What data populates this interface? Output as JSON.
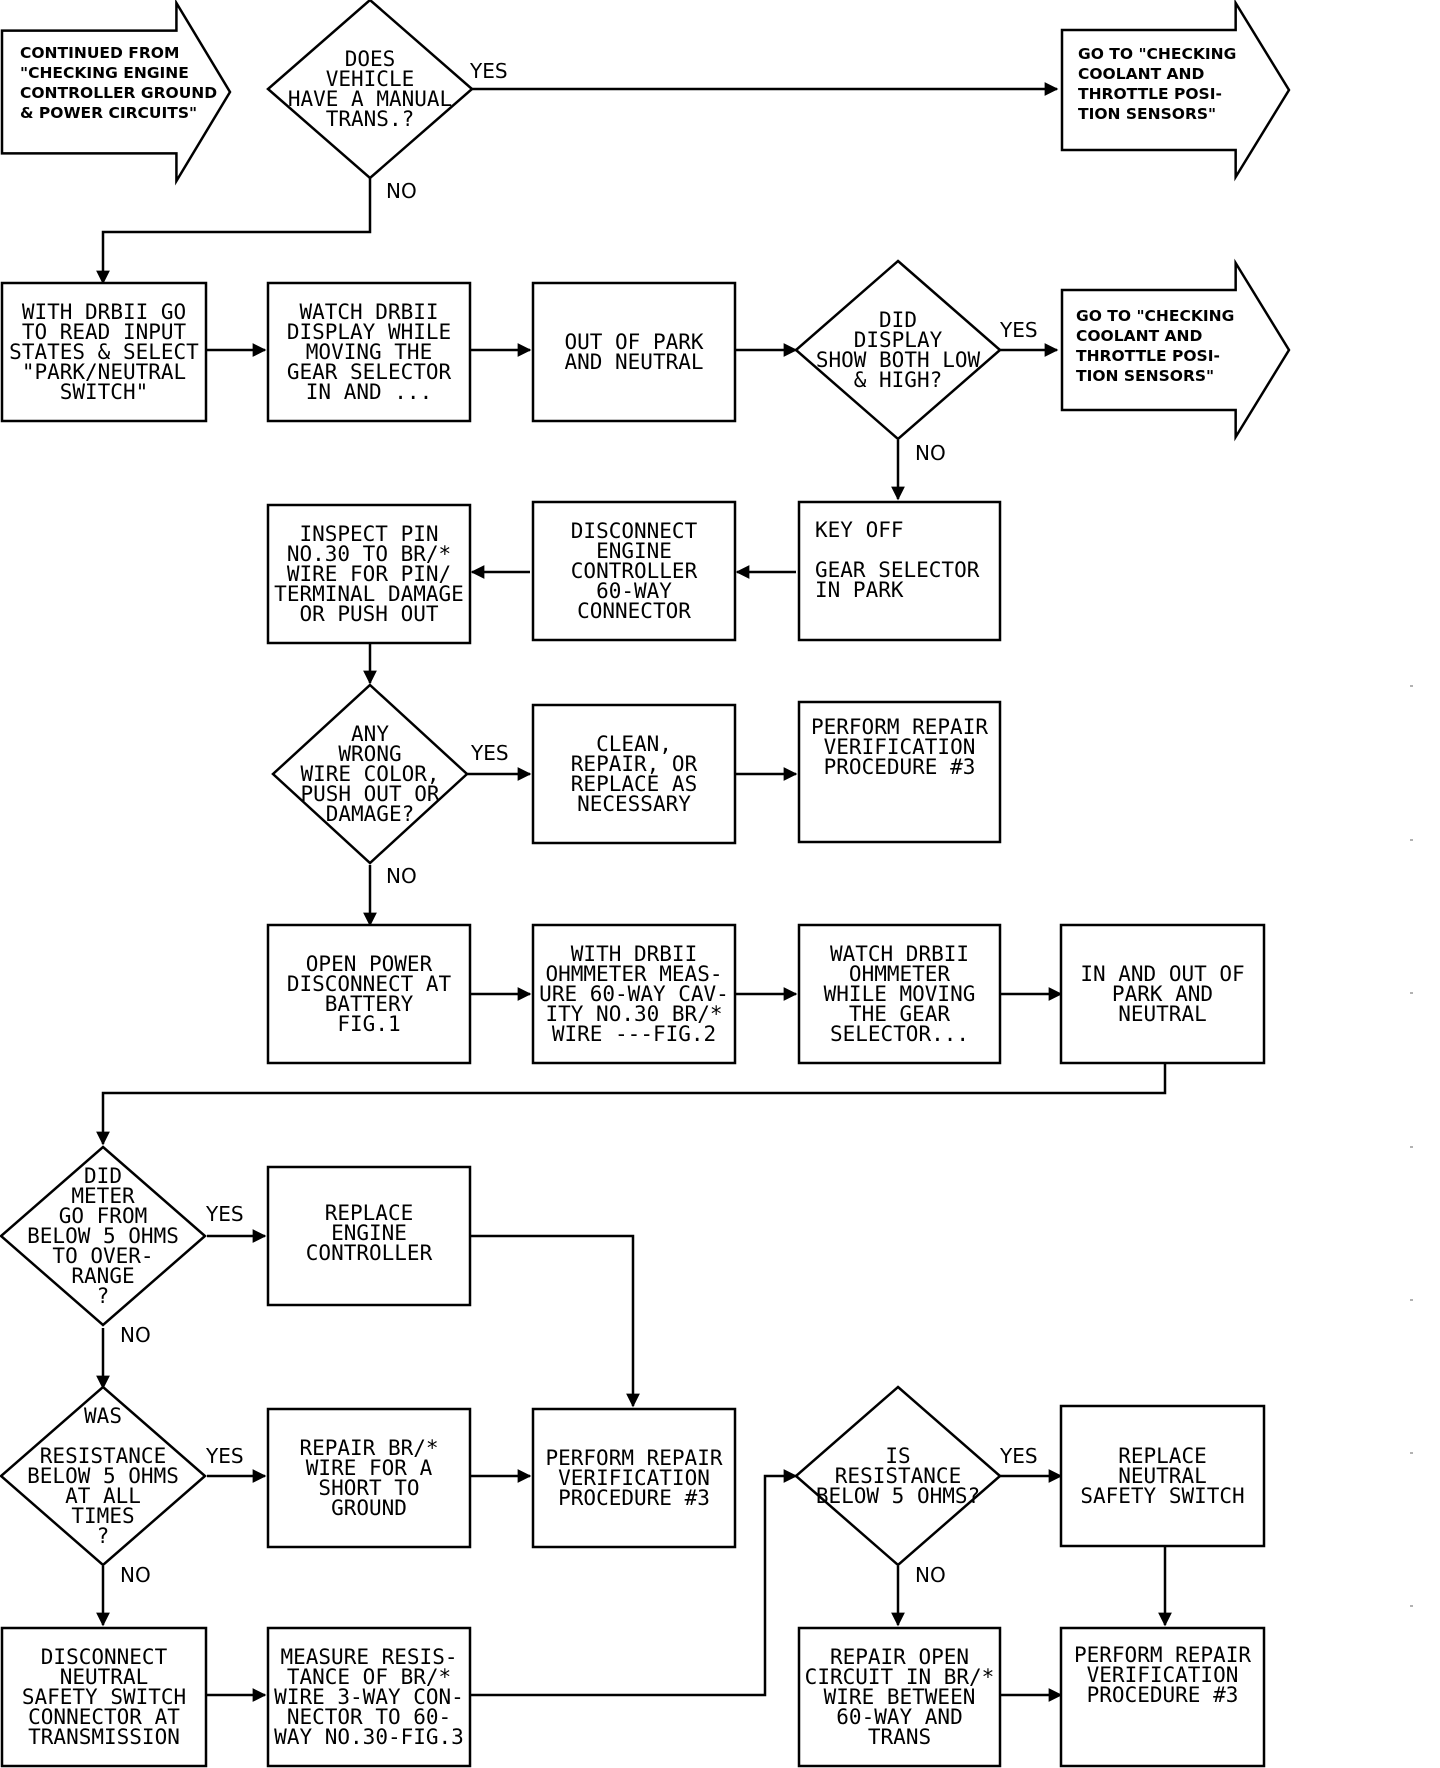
{
  "nodes": [
    {
      "id": "n_continued",
      "shape": "arrow",
      "cls": "nt",
      "lines": [
        "CONTINUED FROM",
        "\"CHECKING ENGINE",
        "CONTROLLER GROUND",
        "& POWER CIRCUITS\""
      ]
    },
    {
      "id": "n_manual",
      "shape": "diamond",
      "cls": "mt",
      "lines": [
        "DOES",
        "VEHICLE",
        "HAVE A MANUAL",
        "TRANS.?"
      ]
    },
    {
      "id": "n_goto1",
      "shape": "arrow",
      "cls": "nt",
      "lines": [
        "GO TO \"CHECKING",
        "COOLANT AND",
        "THROTTLE POSI-",
        "TION SENSORS\""
      ]
    },
    {
      "id": "n_drbii_read",
      "shape": "rect",
      "cls": "mt",
      "lines": [
        "WITH DRBII GO",
        "TO READ INPUT",
        "STATES & SELECT",
        "\"PARK/NEUTRAL",
        "SWITCH\""
      ]
    },
    {
      "id": "n_watch_display",
      "shape": "rect",
      "cls": "mt",
      "lines": [
        "WATCH DRBII",
        "DISPLAY WHILE",
        "MOVING THE",
        "GEAR SELECTOR",
        "IN AND ..."
      ]
    },
    {
      "id": "n_out_park",
      "shape": "rect",
      "cls": "mt",
      "lines": [
        "OUT OF PARK",
        "AND NEUTRAL"
      ]
    },
    {
      "id": "n_low_high",
      "shape": "diamond",
      "cls": "mt",
      "lines": [
        "DID",
        "DISPLAY",
        "SHOW BOTH LOW",
        "& HIGH?"
      ]
    },
    {
      "id": "n_goto2",
      "shape": "arrow",
      "cls": "nt",
      "lines": [
        "GO TO \"CHECKING",
        "COOLANT AND",
        "THROTTLE POSI-",
        "TION SENSORS\""
      ]
    },
    {
      "id": "n_key_off",
      "shape": "rect",
      "cls": "mt",
      "lines": [
        "KEY OFF",
        "",
        "GEAR SELECTOR",
        "IN PARK"
      ]
    },
    {
      "id": "n_disconnect_ec",
      "shape": "rect",
      "cls": "mt",
      "lines": [
        "DISCONNECT",
        "ENGINE",
        "CONTROLLER",
        "60-WAY",
        "CONNECTOR"
      ]
    },
    {
      "id": "n_inspect_pin",
      "shape": "rect",
      "cls": "mt",
      "lines": [
        "INSPECT PIN",
        "NO.30 TO BR/*",
        "WIRE FOR PIN/",
        "TERMINAL DAMAGE",
        "OR PUSH OUT"
      ]
    },
    {
      "id": "n_wrong_color",
      "shape": "diamond",
      "cls": "mt",
      "lines": [
        "ANY",
        "WRONG",
        "WIRE COLOR,",
        "PUSH OUT OR",
        "DAMAGE?"
      ]
    },
    {
      "id": "n_clean",
      "shape": "rect",
      "cls": "mt",
      "lines": [
        "CLEAN,",
        "REPAIR, OR",
        "REPLACE AS",
        "NECESSARY"
      ]
    },
    {
      "id": "n_verify1",
      "shape": "rect",
      "cls": "mt",
      "lines": [
        "PERFORM REPAIR",
        "VERIFICATION",
        "PROCEDURE #3"
      ]
    },
    {
      "id": "n_open_power",
      "shape": "rect",
      "cls": "mt",
      "lines": [
        "OPEN POWER",
        "DISCONNECT AT",
        "BATTERY",
        "FIG.1"
      ]
    },
    {
      "id": "n_ohmmeter",
      "shape": "rect",
      "cls": "mt",
      "lines": [
        "WITH DRBII",
        "OHMMETER MEAS-",
        "URE 60-WAY CAV-",
        "ITY NO.30 BR/*",
        "WIRE ---FIG.2"
      ]
    },
    {
      "id": "n_watch_ohm",
      "shape": "rect",
      "cls": "mt",
      "lines": [
        "WATCH DRBII",
        "OHMMETER",
        "WHILE MOVING",
        "THE GEAR",
        "SELECTOR..."
      ]
    },
    {
      "id": "n_in_out",
      "shape": "rect",
      "cls": "mt",
      "lines": [
        "IN AND OUT OF",
        "PARK AND",
        "NEUTRAL"
      ]
    },
    {
      "id": "n_meter_go",
      "shape": "diamond",
      "cls": "mt",
      "lines": [
        "DID",
        "METER",
        "GO FROM",
        "BELOW 5 OHMS",
        "TO OVER-",
        "RANGE",
        "?"
      ]
    },
    {
      "id": "n_replace_ec",
      "shape": "rect",
      "cls": "mt",
      "lines": [
        "REPLACE",
        "ENGINE",
        "CONTROLLER"
      ]
    },
    {
      "id": "n_resistance_all",
      "shape": "diamond",
      "cls": "mt",
      "lines": [
        "WAS",
        "",
        "RESISTANCE",
        "BELOW 5 OHMS",
        "AT ALL",
        "TIMES",
        "?"
      ]
    },
    {
      "id": "n_repair_short",
      "shape": "rect",
      "cls": "mt",
      "lines": [
        "REPAIR BR/*",
        "WIRE FOR A",
        "SHORT TO",
        "GROUND"
      ]
    },
    {
      "id": "n_verify2",
      "shape": "rect",
      "cls": "mt",
      "lines": [
        "PERFORM REPAIR",
        "VERIFICATION",
        "PROCEDURE #3"
      ]
    },
    {
      "id": "n_is_resistance",
      "shape": "diamond",
      "cls": "mt",
      "lines": [
        "IS",
        "RESISTANCE",
        "BELOW 5 OHMS?"
      ]
    },
    {
      "id": "n_replace_nss",
      "shape": "rect",
      "cls": "mt",
      "lines": [
        "REPLACE",
        "NEUTRAL",
        "SAFETY SWITCH"
      ]
    },
    {
      "id": "n_disconnect_nss",
      "shape": "rect",
      "cls": "mt",
      "lines": [
        "DISCONNECT",
        "NEUTRAL",
        "SAFETY SWITCH",
        "CONNECTOR AT",
        "TRANSMISSION"
      ]
    },
    {
      "id": "n_measure",
      "shape": "rect",
      "cls": "mt",
      "lines": [
        "MEASURE RESIS-",
        "TANCE OF BR/*",
        "WIRE 3-WAY CON-",
        "NECTOR TO 60-",
        "WAY NO.30-FIG.3"
      ]
    },
    {
      "id": "n_repair_open",
      "shape": "rect",
      "cls": "mt",
      "lines": [
        "REPAIR OPEN",
        "CIRCUIT IN BR/*",
        "WIRE BETWEEN",
        "60-WAY AND",
        "TRANS"
      ]
    },
    {
      "id": "n_verify3",
      "shape": "rect",
      "cls": "mt",
      "lines": [
        "PERFORM REPAIR",
        "VERIFICATION",
        "PROCEDURE #3"
      ]
    }
  ],
  "edge_labels": [
    {
      "id": "l_yes_manual",
      "text": "YES"
    },
    {
      "id": "l_no_manual",
      "text": "NO"
    },
    {
      "id": "l_yes_lowhigh",
      "text": "YES"
    },
    {
      "id": "l_no_lowhigh",
      "text": "NO"
    },
    {
      "id": "l_yes_wrong",
      "text": "YES"
    },
    {
      "id": "l_no_wrong",
      "text": "NO"
    },
    {
      "id": "l_yes_meter",
      "text": "YES"
    },
    {
      "id": "l_no_meter",
      "text": "NO"
    },
    {
      "id": "l_yes_resall",
      "text": "YES"
    },
    {
      "id": "l_no_resall",
      "text": "NO"
    },
    {
      "id": "l_yes_isres",
      "text": "YES"
    },
    {
      "id": "l_no_isres",
      "text": "NO"
    }
  ]
}
